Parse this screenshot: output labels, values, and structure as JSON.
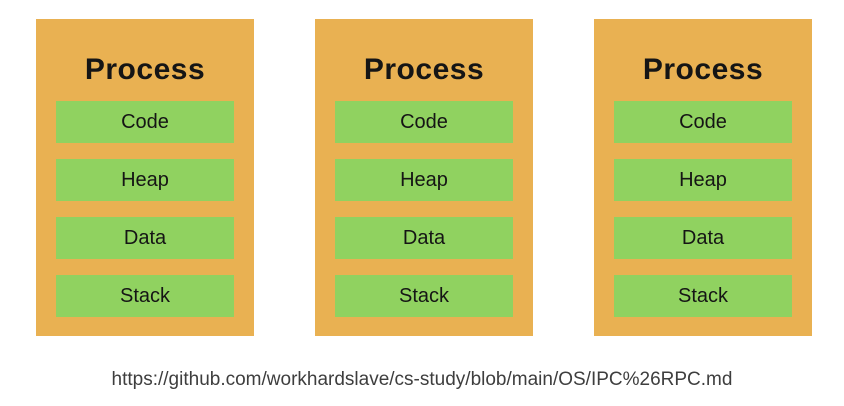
{
  "diagram": {
    "type": "process-memory-layout",
    "processes": [
      {
        "title": "Process",
        "segments": [
          "Code",
          "Heap",
          "Data",
          "Stack"
        ]
      },
      {
        "title": "Process",
        "segments": [
          "Code",
          "Heap",
          "Data",
          "Stack"
        ]
      },
      {
        "title": "Process",
        "segments": [
          "Code",
          "Heap",
          "Data",
          "Stack"
        ]
      }
    ],
    "caption": "https://github.com/workhardslave/cs-study/blob/main/OS/IPC%26RPC.md",
    "colors": {
      "process_box": "#E9B152",
      "segment_box": "#90D260",
      "label_text": "#151515",
      "caption_text": "#3E3E3E",
      "background": "#FFFFFF"
    }
  }
}
